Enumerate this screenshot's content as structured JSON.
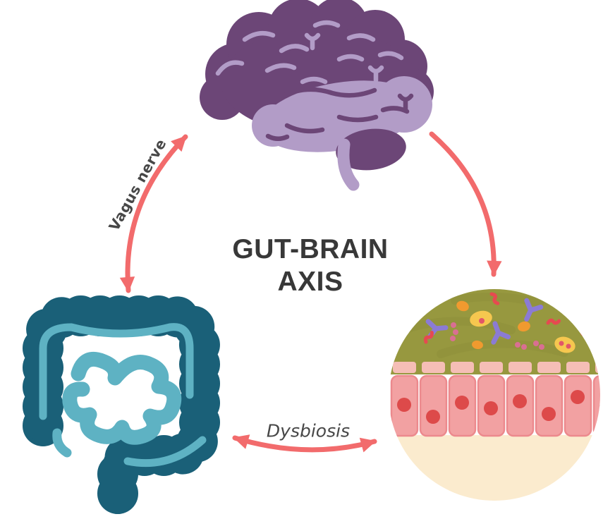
{
  "title": {
    "line1": "GUT-BRAIN",
    "line2": "AXIS"
  },
  "arrows": [
    {
      "name": "vagus-nerve-arrow",
      "label": "Vagus nerve",
      "double_headed": true,
      "connects": [
        "intestine",
        "brain"
      ]
    },
    {
      "name": "brain-to-microbiome-arrow",
      "label": "",
      "double_headed": false,
      "connects": [
        "brain",
        "microbiome-circle"
      ]
    },
    {
      "name": "dysbiosis-arrow",
      "label": "Dysbiosis",
      "double_headed": true,
      "connects": [
        "intestine",
        "microbiome-circle"
      ]
    }
  ],
  "illustrations": [
    {
      "name": "brain-illustration",
      "meaning": "brain"
    },
    {
      "name": "intestine-illustration",
      "meaning": "gut / intestines"
    },
    {
      "name": "microbiome-circle-illustration",
      "meaning": "gut lining cross-section with microbiota"
    }
  ],
  "colors": {
    "bg": "#ffffff",
    "arrow": "#f26b6c",
    "titleText": "#383838",
    "labelText": "#474747",
    "brainDark": "#6c4677",
    "brainLight": "#b29cc7",
    "gutDark": "#1a6078",
    "gutLight": "#5eb2c3",
    "lumenGreen": "#97983f",
    "lumenGreenDark": "#8c8d39",
    "cream": "#fbebce",
    "cellFill": "#f2a1a2",
    "cellEdge": "#ec898d",
    "cellCap": "#f5beb6",
    "cellNucleus": "#dd4a4a",
    "microbePurple": "#8b7bd4",
    "microbeYellow": "#f6c74f",
    "microbeOrange": "#f09a2f",
    "microbeRed": "#e64a50",
    "microbePink": "#d96f92",
    "microbeDot": "#e25668"
  }
}
